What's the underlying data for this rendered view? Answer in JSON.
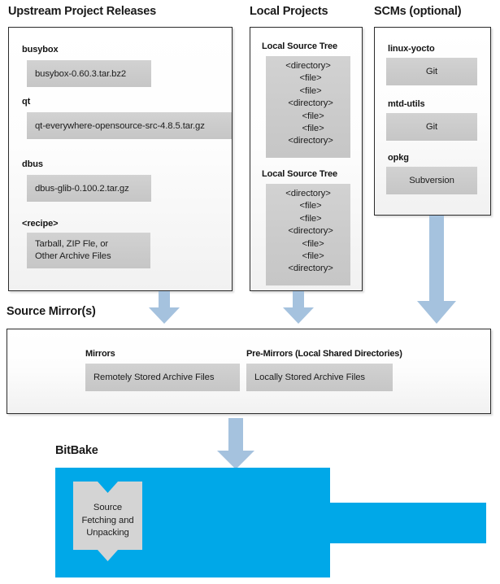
{
  "sections": {
    "upstream": {
      "title": "Upstream Project Releases",
      "items": [
        {
          "label": "busybox",
          "value": "busybox-0.60.3.tar.bz2"
        },
        {
          "label": "qt",
          "value": "qt-everywhere-opensource-src-4.8.5.tar.gz"
        },
        {
          "label": "dbus",
          "value": "dbus-glib-0.100.2.tar.gz"
        },
        {
          "label": "<recipe>",
          "value_line1": "Tarball, ZIP Fle, or",
          "value_line2": "Other Archive Files"
        }
      ]
    },
    "local_projects": {
      "title": "Local Projects",
      "trees": [
        {
          "label": "Local Source Tree",
          "lines": [
            "<directory>",
            "  <file>",
            "  <file>",
            "  <directory>",
            "    <file>",
            "    <file>",
            "  <directory>"
          ]
        },
        {
          "label": "Local Source Tree",
          "lines": [
            "<directory>",
            "  <file>",
            "  <file>",
            "  <directory>",
            "    <file>",
            "    <file>",
            "  <directory>"
          ]
        }
      ]
    },
    "scms": {
      "title": "SCMs (optional)",
      "items": [
        {
          "label": "linux-yocto",
          "value": "Git"
        },
        {
          "label": "mtd-utils",
          "value": "Git"
        },
        {
          "label": "opkg",
          "value": "Subversion"
        }
      ]
    },
    "source_mirror": {
      "title": "Source Mirror(s)",
      "groups": [
        {
          "label": "Mirrors",
          "value": "Remotely Stored Archive Files"
        },
        {
          "label": "Pre-Mirrors (Local Shared Directories)",
          "value": "Locally Stored Archive Files"
        }
      ]
    },
    "bitbake": {
      "title": "BitBake",
      "task_line1": "Source",
      "task_line2": "Fetching and",
      "task_line3": "Unpacking"
    }
  },
  "colors": {
    "arrow_blue": "#a5c2de",
    "bitbake_blue": "#00a8e8",
    "chip_gray": "#cccccc",
    "panel_border": "#2b2b2b",
    "text_dark": "#1a1a1a"
  }
}
